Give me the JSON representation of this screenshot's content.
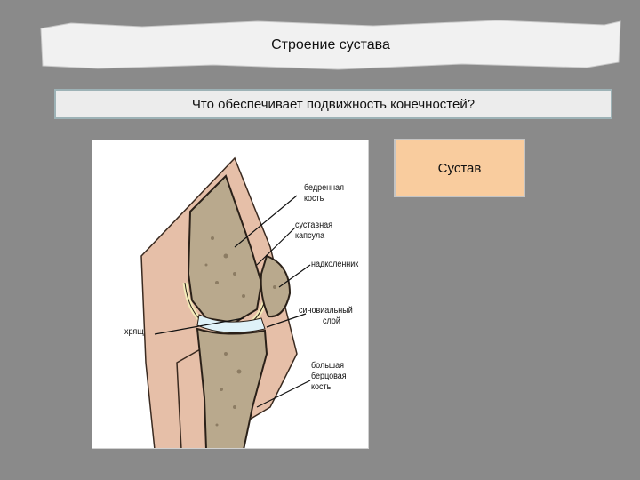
{
  "slide": {
    "title": "Строение сустава",
    "question": "Что обеспечивает подвижность конечностей?",
    "answer": "Сустав"
  },
  "figure": {
    "labels": {
      "femur": [
        "бедренная",
        "кость"
      ],
      "capsule": [
        "суставная",
        "капсула"
      ],
      "patella": "надколенник",
      "synovial": [
        "синовиальный",
        "слой"
      ],
      "cartilage": "хрящ",
      "tibia": [
        "большая",
        "берцовая",
        "кость"
      ]
    }
  },
  "colors": {
    "background": "#8a8a8a",
    "answer_fill": "#f9cc9e",
    "bone": "#b9a98d",
    "skin": "#e6bfa8",
    "cartilage": "#dff2f8",
    "capsule": "#f3eab8"
  }
}
